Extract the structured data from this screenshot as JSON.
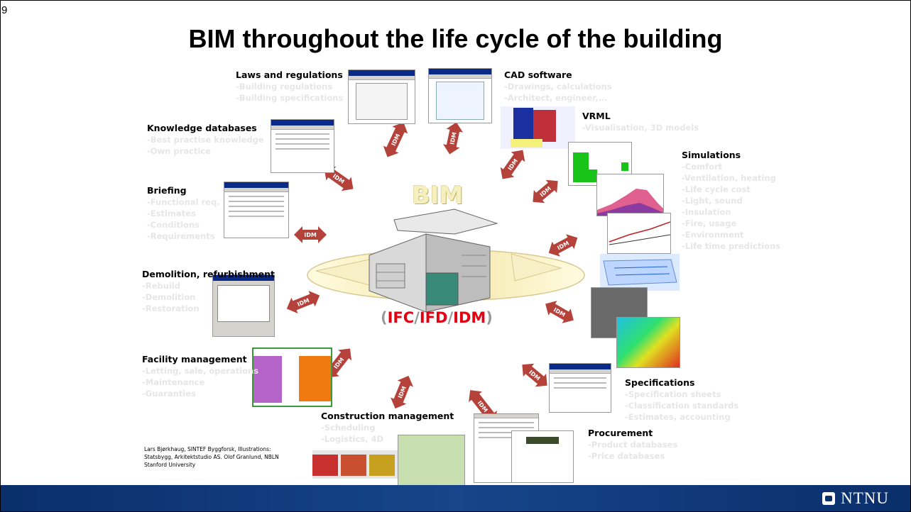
{
  "slide_number": "9",
  "title": "BIM throughout the life cycle of the building",
  "center": {
    "bim": "BIM",
    "ifc": "IFC",
    "ifd": "IFD",
    "idm": "IDM",
    "open_paren": "(",
    "close_paren": ")",
    "slash": "/"
  },
  "arrow_label": "IDM",
  "groups": {
    "laws": {
      "heading": "Laws and regulations",
      "items": [
        "-Building regulations",
        "-Building specifications"
      ]
    },
    "cad": {
      "heading": "CAD software",
      "items": [
        "-Drawings, calculations",
        "-Architect, engineer,..."
      ]
    },
    "vrml": {
      "heading": "VRML",
      "items": [
        "-Visualisation, 3D models"
      ]
    },
    "knowledge": {
      "heading": "Knowledge databases",
      "items": [
        "-Best practise knowledge",
        "-Own practice"
      ]
    },
    "simulations": {
      "heading": "Simulations",
      "items": [
        "-Comfort",
        "-Ventilation, heating",
        "-Life cycle cost",
        "-Light, sound",
        "-Insulation",
        "-Fire, usage",
        "-Environment",
        "-Life time predictions"
      ]
    },
    "briefing": {
      "heading": "Briefing",
      "items": [
        "-Functional req.",
        "-Estimates",
        "-Conditions",
        "-Requirements"
      ]
    },
    "demolition": {
      "heading": "Demolition, refurbishment",
      "items": [
        "-Rebuild",
        "-Demolition",
        "-Restoration"
      ]
    },
    "facility": {
      "heading": "Facility management",
      "items": [
        "-Letting, sale, operations",
        "-Maintenance",
        "-Guaranties"
      ]
    },
    "specifications": {
      "heading": "Specifications",
      "items": [
        "-Specification sheets",
        "-Classification standards",
        "-Estimates, accounting"
      ]
    },
    "construction": {
      "heading": "Construction management",
      "items": [
        "-Scheduling",
        "-Logistics, 4D"
      ]
    },
    "procurement": {
      "heading": "Procurement",
      "items": [
        "-Product databases",
        "-Price databases"
      ]
    }
  },
  "credits": "Lars Bjørkhaug, SINTEF Byggforsk, Illustrations: Statsbygg, Arkitektstudio AS. Olof Granlund, NBLN Stanford University",
  "footer": {
    "logo_text": "NTNU"
  },
  "colors": {
    "arrow": "#b5423a",
    "footer": "#0a2f6b",
    "ifc_text": "#e30010",
    "subtext": "#e6e6e6"
  }
}
